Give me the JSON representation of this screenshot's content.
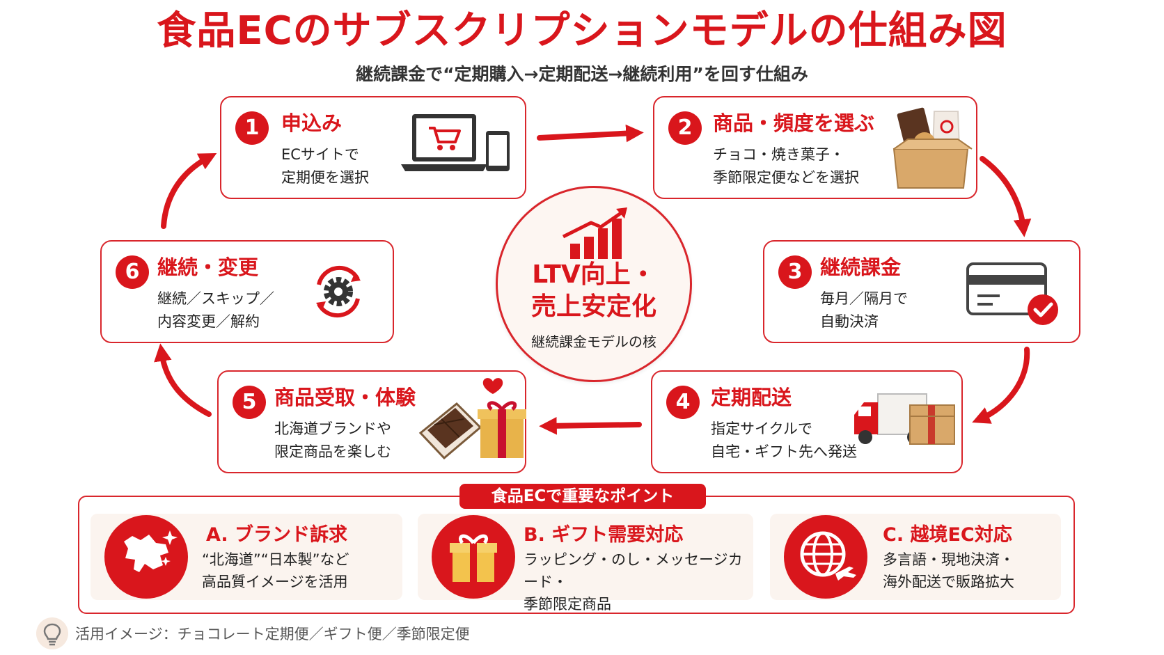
{
  "title": "食品ECのサブスクリプションモデルの仕組み図",
  "subtitle": "継続課金で“定期購入→定期配送→継続利用”を回す仕組み",
  "steps": [
    {
      "number": "1",
      "title": "申込み",
      "desc": "ECサイトで\n定期便を選択",
      "icon": "laptop-cart-icon"
    },
    {
      "number": "2",
      "title": "商品・頻度を選ぶ",
      "desc": "チョコ・焼き菓子・\n季節限定便などを選択",
      "icon": "snack-box-icon"
    },
    {
      "number": "3",
      "title": "継続課金",
      "desc": "毎月／隔月で\n自動決済",
      "icon": "credit-card-icon"
    },
    {
      "number": "4",
      "title": "定期配送",
      "desc": "指定サイクルで\n自宅・ギフト先へ発送",
      "icon": "delivery-truck-icon"
    },
    {
      "number": "5",
      "title": "商品受取・体験",
      "desc": "北海道ブランドや\n限定商品を楽しむ",
      "icon": "chocolate-gift-icon"
    },
    {
      "number": "6",
      "title": "継続・変更",
      "desc": "継続／スキップ／\n内容変更／解約",
      "icon": "gear-cycle-icon"
    }
  ],
  "center": {
    "main": "LTV向上・\n売上安定化",
    "sub": "継続課金モデルの核",
    "icon": "growth-chart-icon"
  },
  "points": {
    "label": "食品ECで重要なポイント",
    "items": [
      {
        "title": "A. ブランド訴求",
        "desc": "“北海道”“日本製”など\n高品質イメージを活用",
        "icon": "hokkaido-map-icon"
      },
      {
        "title": "B. ギフト需要対応",
        "desc": "ラッピング・のし・メッセージカード・\n季節限定商品",
        "icon": "gift-box-icon"
      },
      {
        "title": "C. 越境EC対応",
        "desc": "多言語・現地決済・\n海外配送で販路拡大",
        "icon": "globe-plane-icon"
      }
    ]
  },
  "note": {
    "text": "活用イメージ：チョコレート定期便／ギフト便／季節限定便",
    "icon": "lightbulb-icon"
  },
  "colors": {
    "accent": "#d9161c",
    "panel": "#fbf4ef",
    "center_bg": "#fdf6f2"
  }
}
